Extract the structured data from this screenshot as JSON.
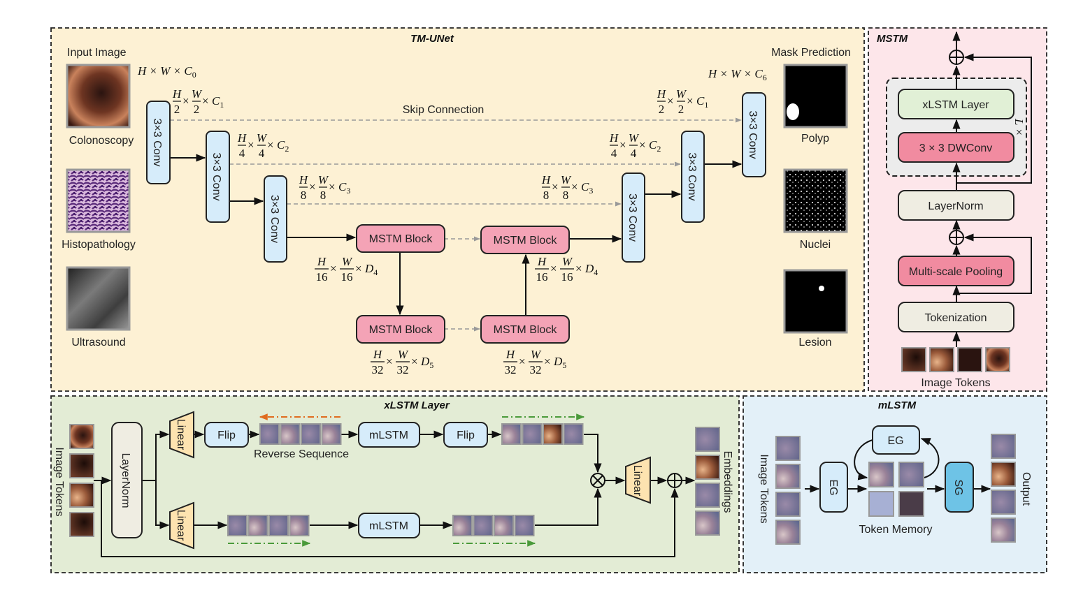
{
  "panels": {
    "tmunet": {
      "title": "TM-UNet",
      "bg": "#fdf1d4"
    },
    "mstm": {
      "title": "MSTM",
      "bg": "#fde6ea"
    },
    "xlstm": {
      "title": "xLSTM Layer",
      "bg": "#e3ecd5"
    },
    "mlstm": {
      "title": "mLSTM",
      "bg": "#e3f0f8"
    }
  },
  "tmunet": {
    "input_label": "Input Image",
    "output_label": "Mask Prediction",
    "skip_label": "Skip Connection",
    "inputs": [
      "Colonoscopy",
      "Histopathology",
      "Ultrasound"
    ],
    "outputs": [
      "Polyp",
      "Nuclei",
      "Lesion"
    ],
    "conv_label": "3×3 Conv",
    "mstm_block_label": "MSTM Block",
    "in_dim": {
      "text": "H × W × ",
      "c": "C",
      "sub": "0"
    },
    "out_dim": {
      "text": "H × W × ",
      "c": "C",
      "sub": "6"
    },
    "dims": [
      {
        "num": "H",
        "n2": "W",
        "den": "2",
        "c": "C",
        "sub": "1"
      },
      {
        "num": "H",
        "n2": "W",
        "den": "4",
        "c": "C",
        "sub": "2"
      },
      {
        "num": "H",
        "n2": "W",
        "den": "8",
        "c": "C",
        "sub": "3"
      },
      {
        "num": "H",
        "n2": "W",
        "den": "16",
        "c": "D",
        "sub": "4"
      },
      {
        "num": "H",
        "n2": "W",
        "den": "32",
        "c": "D",
        "sub": "5"
      },
      {
        "num": "H",
        "n2": "W",
        "den": "32",
        "c": "D",
        "sub": "5"
      },
      {
        "num": "H",
        "n2": "W",
        "den": "16",
        "c": "D",
        "sub": "4"
      },
      {
        "num": "H",
        "n2": "W",
        "den": "8",
        "c": "C",
        "sub": "3"
      },
      {
        "num": "H",
        "n2": "W",
        "den": "4",
        "c": "C",
        "sub": "2"
      },
      {
        "num": "H",
        "n2": "W",
        "den": "2",
        "c": "C",
        "sub": "1"
      }
    ]
  },
  "mstm": {
    "xlstm_layer": "xLSTM Layer",
    "dwconv": "3 × 3 DWConv",
    "repeat": "L ×",
    "layernorm": "LayerNorm",
    "pooling": "Multi-scale Pooling",
    "tokenization": "Tokenization",
    "tokens_label": "Image Tokens"
  },
  "xlstm": {
    "tokens_label": "Image Tokens",
    "layernorm": "LayerNorm",
    "linear": "Linear",
    "flip": "Flip",
    "mlstm": "mLSTM",
    "reverse_label": "Reverse Sequence",
    "embeddings_label": "Embeddings",
    "multiply_symbol": "⊗",
    "add_symbol": "⊕"
  },
  "mlstm": {
    "tokens_label": "Image Tokens",
    "eg": "EG",
    "sg": "SG",
    "memory_label": "Token Memory",
    "output_label": "Output"
  },
  "colors": {
    "conv": "#d6ecfa",
    "mstm_block": "#f4a3b6",
    "pink_box": "#f18ba0",
    "green_box": "#e1f0d6",
    "beige_box": "#efede2",
    "linear": "#fde3b0",
    "sg": "#6ec3e6",
    "reverse_arrow": "#e06c1f",
    "forward_arrow": "#4a9a3a"
  }
}
